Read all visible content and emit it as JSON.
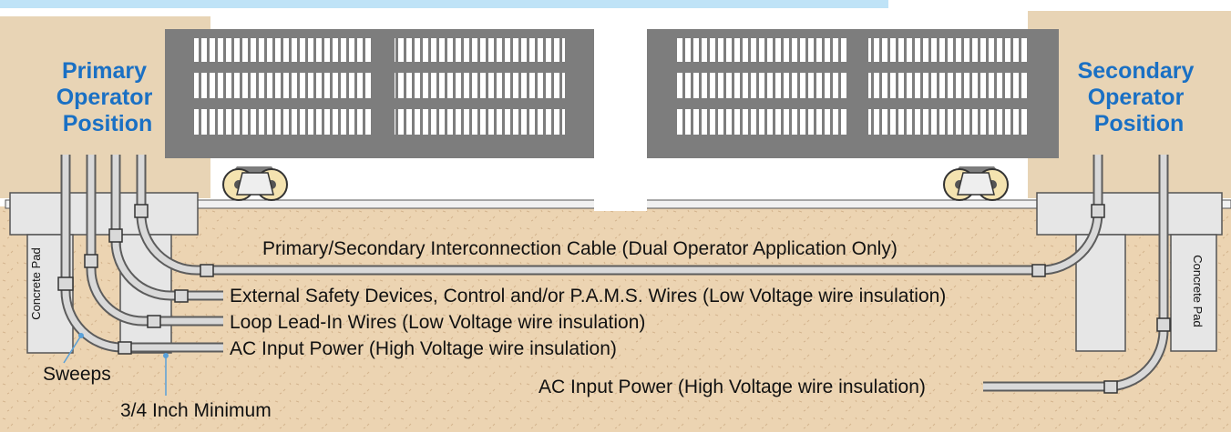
{
  "positions": {
    "primary": [
      "Primary",
      "Operator",
      "Position"
    ],
    "secondary": [
      "Secondary",
      "Operator",
      "Position"
    ]
  },
  "labels": {
    "interconnect": "Primary/Secondary Interconnection Cable (Dual Operator Application Only)",
    "safety": "External Safety Devices, Control and/or P.A.M.S. Wires (Low Voltage wire insulation)",
    "loop": "Loop Lead-In Wires (Low Voltage wire insulation)",
    "ac_left": "AC Input Power (High Voltage wire insulation)",
    "ac_right": "AC Input Power (High Voltage wire insulation)",
    "sweeps": "Sweeps",
    "minimum": "3/4 Inch Minimum",
    "pad_left": "Concrete Pad",
    "pad_right": "Concrete Pad"
  },
  "colors": {
    "header_bar": "#bfe3f7",
    "position_text": "#1a70c4",
    "ground": "#ecd4b2",
    "wall": "#e8d4b5",
    "gate_frame": "#7d7d7d",
    "pad": "#e6e6e6",
    "leader": "#5aa0d8"
  }
}
